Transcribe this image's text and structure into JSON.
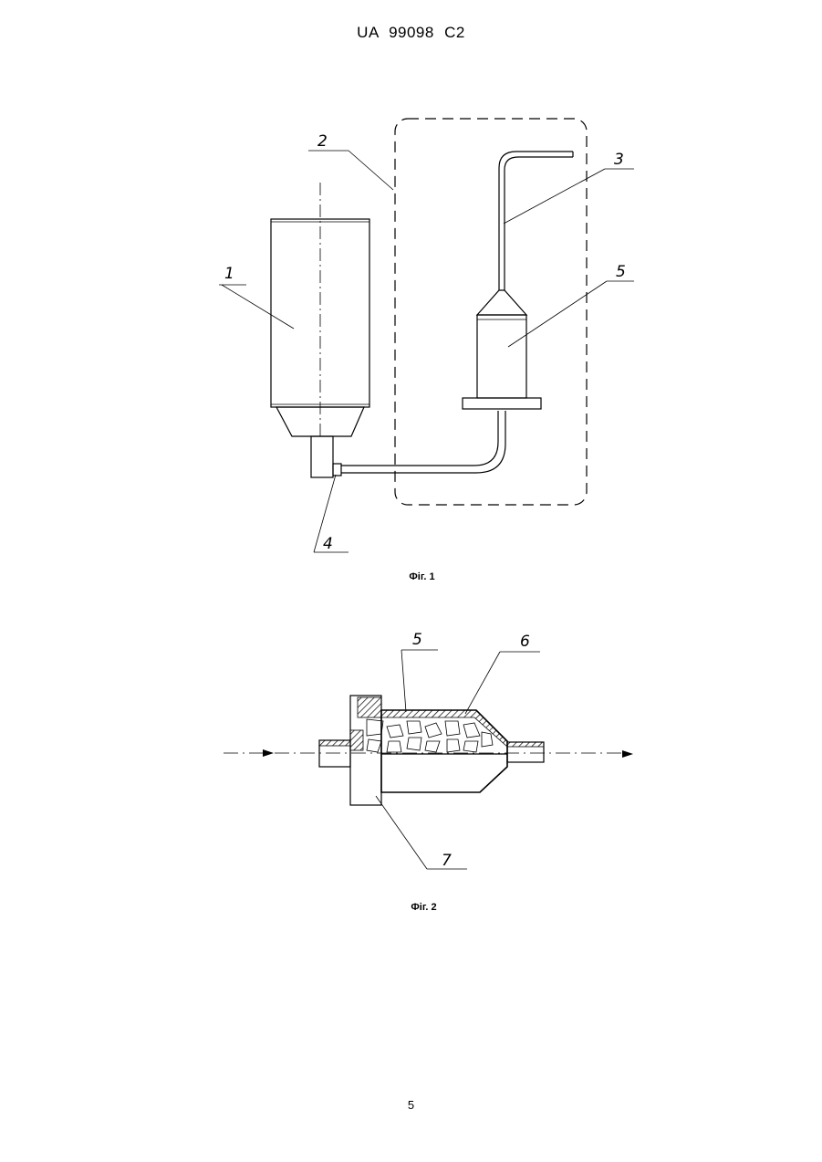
{
  "header": {
    "text": "UA   99098   C2"
  },
  "figure1": {
    "caption": "Фіг. 1",
    "labels": {
      "l1": "1",
      "l2": "2",
      "l3": "3",
      "l4": "4",
      "l5": "5"
    }
  },
  "figure2": {
    "caption": "Фіг. 2",
    "labels": {
      "l5": "5",
      "l6": "6",
      "l7": "7"
    }
  },
  "footer": {
    "page_number": "5"
  }
}
